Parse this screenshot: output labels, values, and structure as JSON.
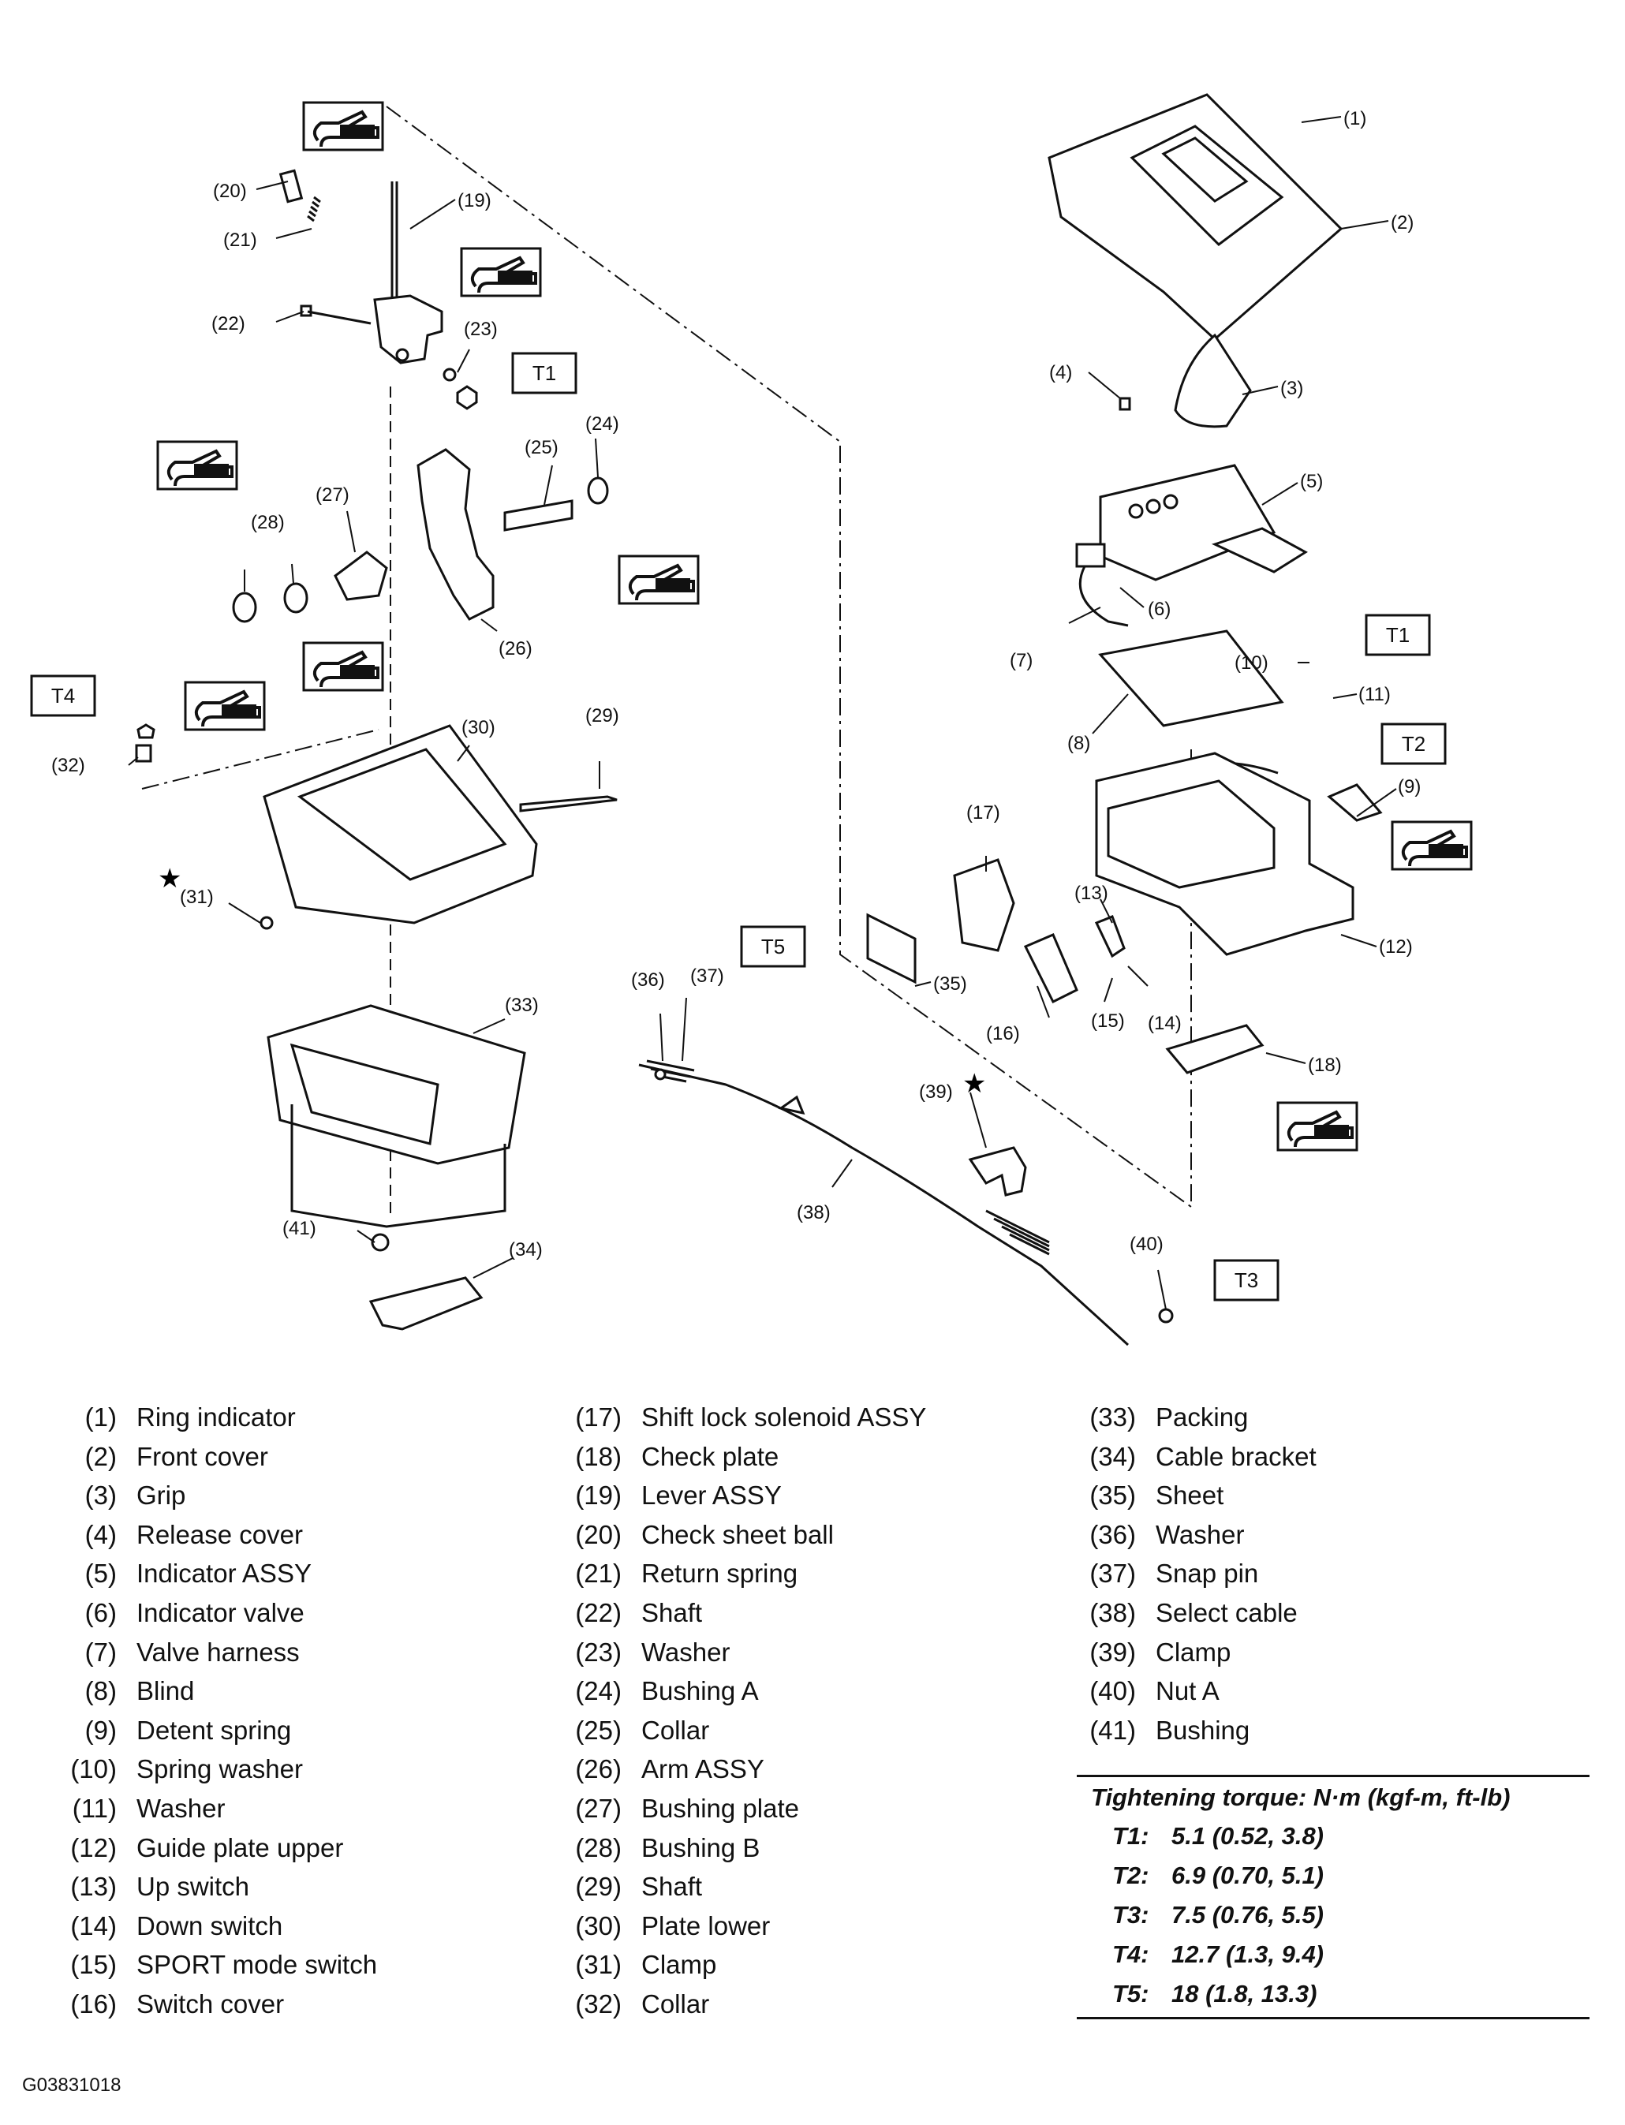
{
  "diagram": {
    "figure_code": "G03831018",
    "torque_boxes": [
      "T1",
      "T1",
      "T2",
      "T3",
      "T4",
      "T5"
    ]
  },
  "legend": {
    "col1": [
      {
        "num": "(1)",
        "name": "Ring indicator"
      },
      {
        "num": "(2)",
        "name": "Front cover"
      },
      {
        "num": "(3)",
        "name": "Grip"
      },
      {
        "num": "(4)",
        "name": "Release cover"
      },
      {
        "num": "(5)",
        "name": "Indicator ASSY"
      },
      {
        "num": "(6)",
        "name": "Indicator valve"
      },
      {
        "num": "(7)",
        "name": "Valve harness"
      },
      {
        "num": "(8)",
        "name": "Blind"
      },
      {
        "num": "(9)",
        "name": "Detent spring"
      },
      {
        "num": "(10)",
        "name": "Spring washer"
      },
      {
        "num": "(11)",
        "name": "Washer"
      },
      {
        "num": "(12)",
        "name": "Guide plate upper"
      },
      {
        "num": "(13)",
        "name": "Up switch"
      },
      {
        "num": "(14)",
        "name": "Down switch"
      },
      {
        "num": "(15)",
        "name": "SPORT mode switch"
      },
      {
        "num": "(16)",
        "name": "Switch cover"
      }
    ],
    "col2": [
      {
        "num": "(17)",
        "name": "Shift lock solenoid ASSY"
      },
      {
        "num": "(18)",
        "name": "Check plate"
      },
      {
        "num": "(19)",
        "name": "Lever ASSY"
      },
      {
        "num": "(20)",
        "name": "Check sheet ball"
      },
      {
        "num": "(21)",
        "name": "Return spring"
      },
      {
        "num": "(22)",
        "name": "Shaft"
      },
      {
        "num": "(23)",
        "name": "Washer"
      },
      {
        "num": "(24)",
        "name": "Bushing A"
      },
      {
        "num": "(25)",
        "name": "Collar"
      },
      {
        "num": "(26)",
        "name": "Arm ASSY"
      },
      {
        "num": "(27)",
        "name": "Bushing plate"
      },
      {
        "num": "(28)",
        "name": "Bushing B"
      },
      {
        "num": "(29)",
        "name": "Shaft"
      },
      {
        "num": "(30)",
        "name": "Plate lower"
      },
      {
        "num": "(31)",
        "name": "Clamp"
      },
      {
        "num": "(32)",
        "name": "Collar"
      }
    ],
    "col3": [
      {
        "num": "(33)",
        "name": "Packing"
      },
      {
        "num": "(34)",
        "name": "Cable bracket"
      },
      {
        "num": "(35)",
        "name": "Sheet"
      },
      {
        "num": "(36)",
        "name": "Washer"
      },
      {
        "num": "(37)",
        "name": "Snap pin"
      },
      {
        "num": "(38)",
        "name": "Select cable"
      },
      {
        "num": "(39)",
        "name": "Clamp"
      },
      {
        "num": "(40)",
        "name": "Nut A"
      },
      {
        "num": "(41)",
        "name": "Bushing"
      }
    ]
  },
  "torque": {
    "title": "Tightening torque: N·m (kgf-m, ft-lb)",
    "rows": [
      {
        "key": "T1:",
        "value": "5.1 (0.52, 3.8)"
      },
      {
        "key": "T2:",
        "value": "6.9 (0.70, 5.1)"
      },
      {
        "key": "T3:",
        "value": "7.5 (0.76, 5.5)"
      },
      {
        "key": "T4:",
        "value": "12.7 (1.3, 9.4)"
      },
      {
        "key": "T5:",
        "value": "18 (1.8, 13.3)"
      }
    ]
  }
}
